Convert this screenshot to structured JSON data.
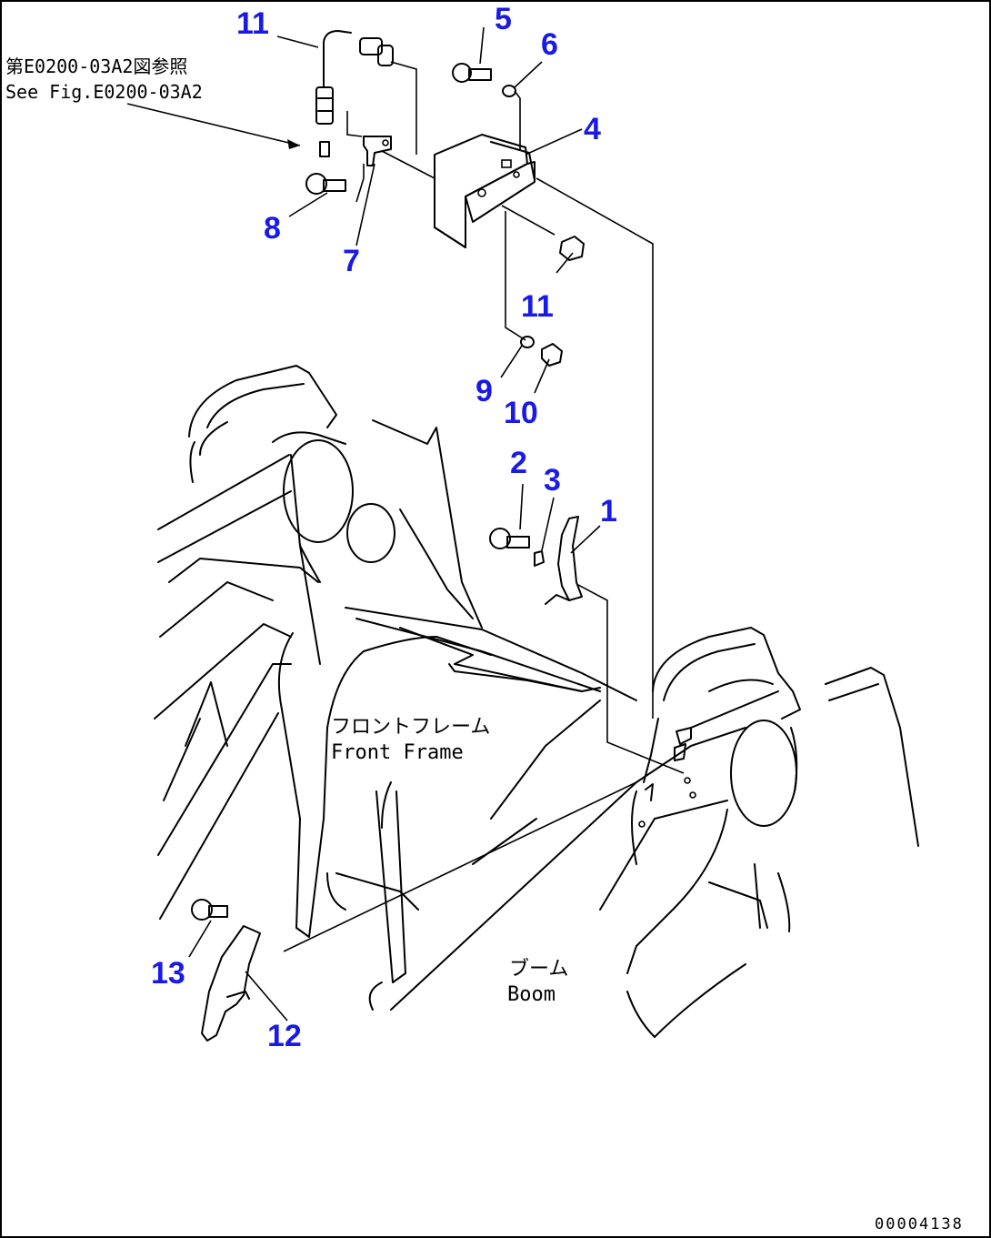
{
  "reference_note": {
    "line_jp": "第E0200-03A2図参照",
    "line_en": "See Fig.E0200-03A2"
  },
  "part_callouts": [
    {
      "id": "p11a",
      "label": "11"
    },
    {
      "id": "p5",
      "label": "5"
    },
    {
      "id": "p6",
      "label": "6"
    },
    {
      "id": "p4",
      "label": "4"
    },
    {
      "id": "p8",
      "label": "8"
    },
    {
      "id": "p7",
      "label": "7"
    },
    {
      "id": "p11b",
      "label": "11"
    },
    {
      "id": "p9",
      "label": "9"
    },
    {
      "id": "p10",
      "label": "10"
    },
    {
      "id": "p2",
      "label": "2"
    },
    {
      "id": "p3",
      "label": "3"
    },
    {
      "id": "p1",
      "label": "1"
    },
    {
      "id": "p13",
      "label": "13"
    },
    {
      "id": "p12",
      "label": "12"
    }
  ],
  "front_frame_label": {
    "jp": "フロントフレーム",
    "en": "Front Frame"
  },
  "boom_label": {
    "jp": "ブーム",
    "en": "Boom"
  },
  "drawing_code": "00004138",
  "colors": {
    "callout": "#1a1ae6",
    "line": "#000000",
    "background": "#ffffff"
  }
}
